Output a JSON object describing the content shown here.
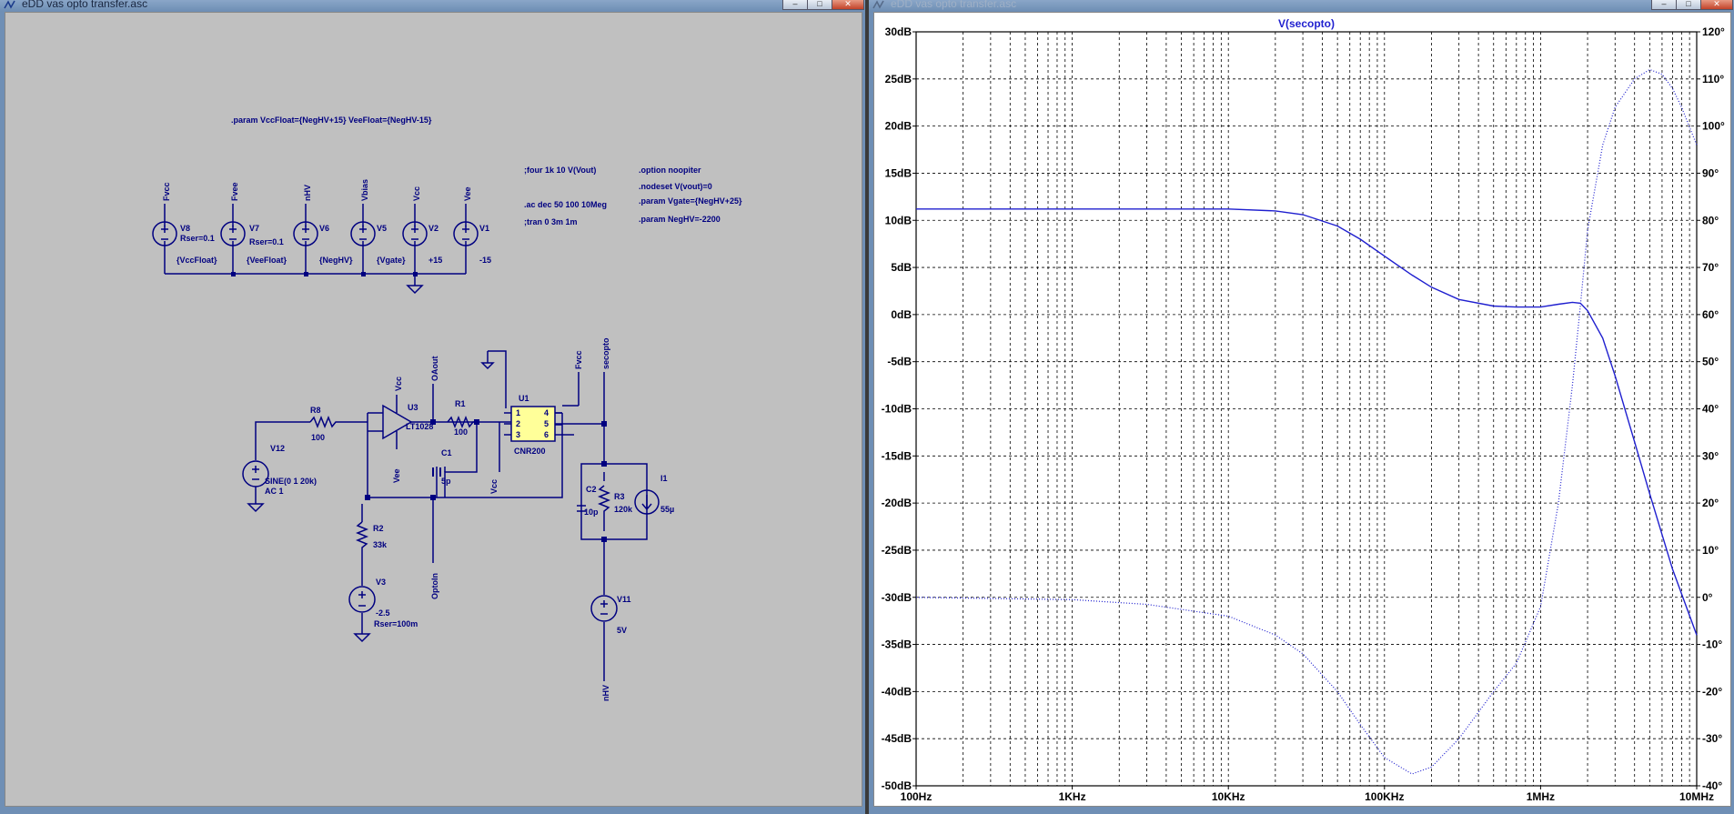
{
  "schematic_window": {
    "title": "eDD vas opto transfer.asc",
    "buttons": {
      "minimize": "–",
      "maximize": "□",
      "close": "✕"
    },
    "directives": {
      "param1": ".param VccFloat={NegHV+15}  VeeFloat={NegHV-15}",
      "four": ";four 1k 10 V(Vout)",
      "ac": ".ac dec 50 100 10Meg",
      "tran": ";tran 0 3m 1m",
      "option": ".option noopiter",
      "nodeset": ".nodeset V(vout)=0",
      "param_vgate": ".param Vgate={NegHV+25}",
      "param_neghv": ".param NegHV=-2200"
    },
    "sources": [
      {
        "net": "Fvcc",
        "name": "V8",
        "extra": "Rser=0.1",
        "value": "{VccFloat}"
      },
      {
        "net": "Fvee",
        "name": "V7",
        "extra": "Rser=0.1",
        "value": "{VeeFloat}"
      },
      {
        "net": "nHV",
        "name": "V6",
        "extra": "",
        "value": "{NegHV}"
      },
      {
        "net": "Vbias",
        "name": "V5",
        "extra": "",
        "value": "{Vgate}"
      },
      {
        "net": "Vcc",
        "name": "V2",
        "extra": "",
        "value": "+15"
      },
      {
        "net": "Vee",
        "name": "V1",
        "extra": "",
        "value": "-15"
      }
    ],
    "components": {
      "r8": {
        "name": "R8",
        "value": "100"
      },
      "v12": {
        "name": "V12",
        "value1": "SINE(0 1 20k)",
        "value2": "AC 1"
      },
      "u3": {
        "name": "U3",
        "value": "LT1028"
      },
      "r1": {
        "name": "R1",
        "value": "100"
      },
      "c1": {
        "name": "C1",
        "value": "5p"
      },
      "u1": {
        "name": "U1",
        "value": "CNR200",
        "pins": [
          "1",
          "2",
          "3",
          "4",
          "5",
          "6"
        ]
      },
      "r2": {
        "name": "R2",
        "value": "33k"
      },
      "v3": {
        "name": "V3",
        "value1": "-2.5",
        "value2": "Rser=100m"
      },
      "c2": {
        "name": "C2",
        "value": "10p"
      },
      "r3": {
        "name": "R3",
        "value": "120k"
      },
      "i1": {
        "name": "I1",
        "value": "55µ"
      },
      "v11": {
        "name": "V11",
        "value": "5V"
      }
    },
    "net_labels": {
      "vcc_u3": "Vcc",
      "vee_u3": "Vee",
      "oaout": "OAout",
      "vcc_u1": "Vcc",
      "fvcc": "Fvcc",
      "secopto": "secopto",
      "optoin": "OptoIn",
      "nhv": "nHV"
    }
  },
  "waveform_window": {
    "title": "eDD vas opto transfer.asc",
    "buttons": {
      "minimize": "–",
      "maximize": "□",
      "close": "✕"
    }
  },
  "chart_data": {
    "type": "line",
    "title": "V(secopto)",
    "x_scale": "log",
    "xlim": [
      100,
      10000000
    ],
    "x_tick_labels": [
      "100Hz",
      "1KHz",
      "10KHz",
      "100KHz",
      "1MHz",
      "10MHz"
    ],
    "y_left": {
      "unit": "dB",
      "ylim": [
        -50,
        30
      ],
      "tick_labels": [
        "30dB",
        "25dB",
        "20dB",
        "15dB",
        "10dB",
        "5dB",
        "0dB",
        "-5dB",
        "-10dB",
        "-15dB",
        "-20dB",
        "-25dB",
        "-30dB",
        "-35dB",
        "-40dB",
        "-45dB",
        "-50dB"
      ]
    },
    "y_right": {
      "unit": "°",
      "ylim": [
        -40,
        120
      ],
      "tick_labels": [
        "120°",
        "110°",
        "100°",
        "90°",
        "80°",
        "70°",
        "60°",
        "50°",
        "40°",
        "30°",
        "20°",
        "10°",
        "0°",
        "-10°",
        "-20°",
        "-30°",
        "-40°"
      ]
    },
    "grid": true,
    "color": "#1f1fcf",
    "series": [
      {
        "kind": "magnitude",
        "axis": "left",
        "style": "solid",
        "x": [
          100,
          1000,
          10000,
          20000,
          30000,
          50000,
          70000,
          100000,
          150000,
          200000,
          300000,
          500000,
          700000,
          1000000,
          1300000,
          1600000,
          1800000,
          2000000,
          2500000,
          3000000,
          4000000,
          5000000,
          7000000,
          10000000
        ],
        "y": [
          11.2,
          11.2,
          11.2,
          11.0,
          10.6,
          9.4,
          8.0,
          6.2,
          4.2,
          2.9,
          1.6,
          0.9,
          0.8,
          0.8,
          1.1,
          1.3,
          1.2,
          0.4,
          -2.5,
          -6.5,
          -13.5,
          -19,
          -27,
          -34
        ]
      },
      {
        "kind": "phase",
        "axis": "right",
        "style": "dotted",
        "x": [
          100,
          1000,
          3000,
          10000,
          20000,
          30000,
          50000,
          70000,
          100000,
          150000,
          200000,
          300000,
          500000,
          700000,
          1000000,
          1300000,
          1600000,
          1800000,
          2000000,
          2500000,
          3000000,
          4000000,
          5000000,
          6000000,
          7000000,
          8000000,
          10000000
        ],
        "y": [
          0,
          -0.5,
          -1.5,
          -4,
          -8,
          -12,
          -20,
          -27,
          -34,
          -37.5,
          -36,
          -30,
          -20,
          -14,
          -2,
          20,
          45,
          62,
          78,
          96,
          104,
          110,
          112,
          111,
          108,
          104,
          96
        ]
      }
    ]
  }
}
